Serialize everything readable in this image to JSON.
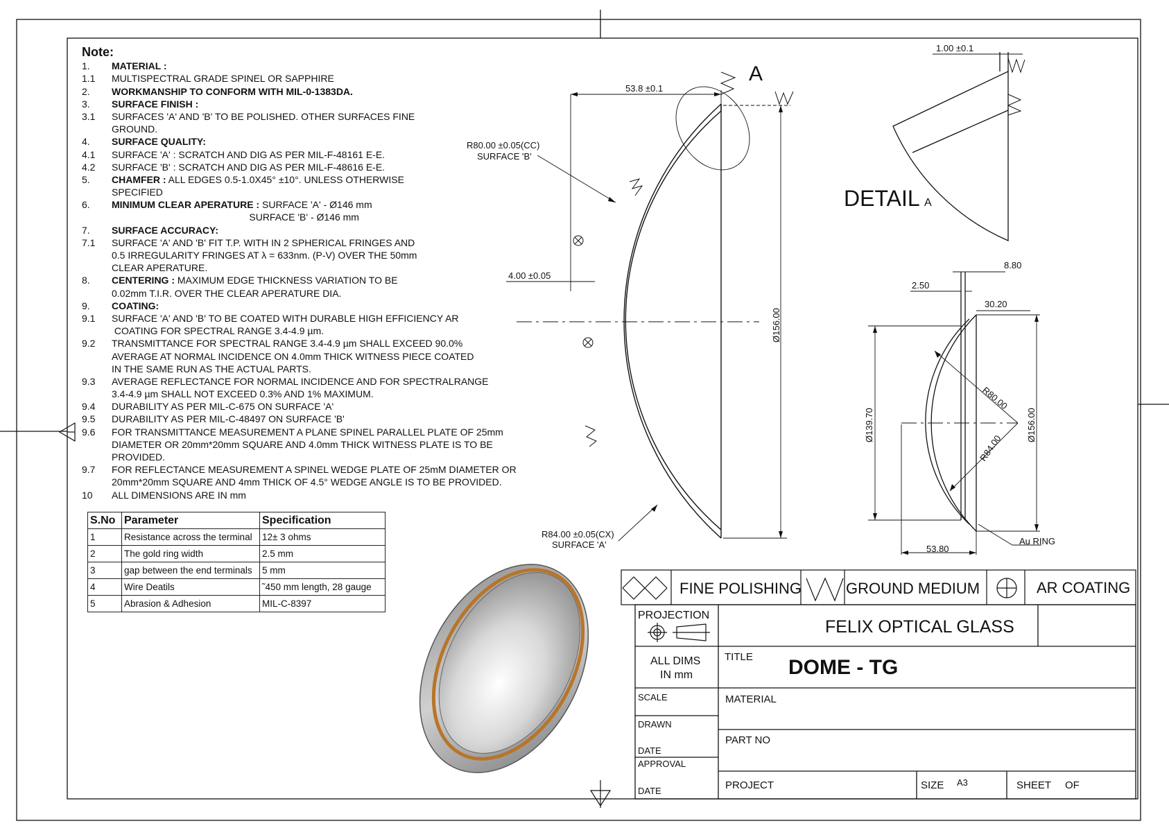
{
  "notes": {
    "title": "Note:",
    "lines": [
      {
        "num": "1.",
        "text": "MATERIAL :",
        "bold": true
      },
      {
        "num": "1.1",
        "text": "MULTISPECTRAL GRADE SPINEL OR SAPPHIRE"
      },
      {
        "num": "2.",
        "text": "WORKMANSHIP TO CONFORM WITH MIL-0-1383DA.",
        "bold": true
      },
      {
        "num": "3.",
        "text": "SURFACE FINISH :",
        "bold": true
      },
      {
        "num": "3.1",
        "text": "SURFACES 'A' AND 'B' TO BE POLISHED. OTHER SURFACES FINE"
      },
      {
        "num": "",
        "text": "GROUND."
      },
      {
        "num": "4.",
        "text": "SURFACE QUALITY:",
        "bold": true
      },
      {
        "num": "4.1",
        "text": "SURFACE 'A' : SCRATCH AND DIG AS PER MIL-F-48161 E-E."
      },
      {
        "num": "4.2",
        "text": "SURFACE 'B' : SCRATCH AND DIG AS PER MIL-F-48616 E-E."
      },
      {
        "num": "5.",
        "lead": "CHAMFER :",
        "text": " ALL EDGES 0.5-1.0X45° ±10°. UNLESS OTHERWISE"
      },
      {
        "num": "",
        "text": "SPECIFIED"
      },
      {
        "num": "6.",
        "lead": "MINIMUM CLEAR APERATURE :",
        "text": " SURFACE 'A' - Ø146 mm"
      },
      {
        "num": "",
        "text": "                                                   SURFACE 'B' - Ø146 mm"
      },
      {
        "num": "7.",
        "text": "SURFACE ACCURACY:",
        "bold": true
      },
      {
        "num": "7.1",
        "text": "SURFACE 'A' AND 'B' FIT T.P. WITH IN 2 SPHERICAL FRINGES AND"
      },
      {
        "num": "",
        "text": "0.5 IRREGULARITY FRINGES AT λ = 633nm. (P-V) OVER THE 50mm"
      },
      {
        "num": "",
        "text": "CLEAR APERATURE."
      },
      {
        "num": "8.",
        "lead": "CENTERING :",
        "text": " MAXIMUM EDGE THICKNESS VARIATION TO BE"
      },
      {
        "num": "",
        "text": "0.02mm T.I.R. OVER THE CLEAR APERATURE DIA."
      },
      {
        "num": "9.",
        "text": "COATING:",
        "bold": true
      },
      {
        "num": "9.1",
        "text": "SURFACE 'A' AND 'B' TO BE COATED WITH DURABLE HIGH EFFICIENCY AR"
      },
      {
        "num": "",
        "text": " COATING FOR SPECTRAL RANGE 3.4-4.9 µm."
      },
      {
        "num": "9.2",
        "text": "TRANSMITTANCE FOR SPECTRAL RANGE 3.4-4.9 µm SHALL EXCEED 90.0%"
      },
      {
        "num": "",
        "text": "AVERAGE AT NORMAL INCIDENCE ON 4.0mm THICK WITNESS PIECE COATED"
      },
      {
        "num": "",
        "text": "IN THE SAME RUN AS THE ACTUAL PARTS."
      },
      {
        "num": "9.3",
        "text": "AVERAGE REFLECTANCE FOR NORMAL INCIDENCE AND FOR SPECTRALRANGE"
      },
      {
        "num": "",
        "text": "3.4-4.9 µm SHALL NOT EXCEED 0.3% AND 1% MAXIMUM."
      },
      {
        "num": "9.4",
        "text": "DURABILITY AS PER MIL-C-675 ON SURFACE 'A'"
      },
      {
        "num": "9.5",
        "text": "DURABILITY AS PER MIL-C-48497 ON SURFACE 'B'"
      },
      {
        "num": "9.6",
        "text": "FOR TRANSMITTANCE MEASUREMENT A PLANE SPINEL PARALLEL PLATE OF 25mm"
      },
      {
        "num": "",
        "text": "DIAMETER OR 20mm*20mm SQUARE AND 4.0mm THICK WITNESS PLATE IS TO BE"
      },
      {
        "num": "",
        "text": "PROVIDED."
      },
      {
        "num": "9.7",
        "text": "FOR REFLECTANCE MEASUREMENT A SPINEL WEDGE PLATE OF 25mM DIAMETER OR"
      },
      {
        "num": "",
        "text": "20mm*20mm SQUARE AND 4mm THICK OF 4.5° WEDGE ANGLE IS TO BE PROVIDED."
      },
      {
        "num": "10",
        "text": "ALL DIMENSIONS ARE IN mm"
      }
    ]
  },
  "param_table": {
    "headers": [
      "S.No",
      "Parameter",
      "Specification"
    ],
    "rows": [
      [
        "1",
        "Resistance across the terminal",
        "12± 3 ohms"
      ],
      [
        "2",
        "The gold ring width",
        "2.5 mm"
      ],
      [
        "3",
        "gap between the end terminals",
        "5 mm"
      ],
      [
        "4",
        "Wire Deatils",
        "˜450 mm length, 28 gauge"
      ],
      [
        "5",
        "Abrasion & Adhesion",
        "MIL-C-8397"
      ]
    ]
  },
  "main_view": {
    "dim_top": "53.8 ±0.1",
    "radius_cc_1": "R80.00 ±0.05(CC)",
    "radius_cc_2": "SURFACE 'B'",
    "thickness": "4.00 ±0.05",
    "diameter": "Ø156.00",
    "radius_cx_1": "R84.00 ±0.05(CX)",
    "radius_cx_2": "SURFACE 'A'",
    "detail_marker": "A"
  },
  "detail_view": {
    "dim": "1.00 ±0.1",
    "label": "DETAIL",
    "label_suffix": "A"
  },
  "section_view": {
    "d_880": "8.80",
    "d_250": "2.50",
    "d_3020": "30.20",
    "d_13970": "Ø139.70",
    "r_80": "R80.00",
    "r_84": "R84.00",
    "d_15600": "Ø156.00",
    "d_5380": "53.80",
    "au_ring": "Au RING"
  },
  "legend": {
    "fine_polishing": "FINE POLISHING",
    "ground_medium": "GROUND MEDIUM",
    "ar_coating": "AR COATING"
  },
  "title_block": {
    "projection": "PROJECTION",
    "company": "FELIX OPTICAL GLASS",
    "all_dims_1": "ALL DIMS",
    "all_dims_2": "IN mm",
    "title_label": "TITLE",
    "title_value": "DOME - TG",
    "scale": "SCALE",
    "material": "MATERIAL",
    "drawn": "DRAWN",
    "part_no": "PART NO",
    "date1": "DATE",
    "approval": "APPROVAL",
    "date2": "DATE",
    "project": "PROJECT",
    "size_label": "SIZE",
    "size_value": "A3",
    "sheet": "SHEET",
    "of": "OF"
  },
  "colors": {
    "line": "#111111",
    "gold_ring": "#b8752a",
    "dome_grey": "#bdbdbd"
  }
}
